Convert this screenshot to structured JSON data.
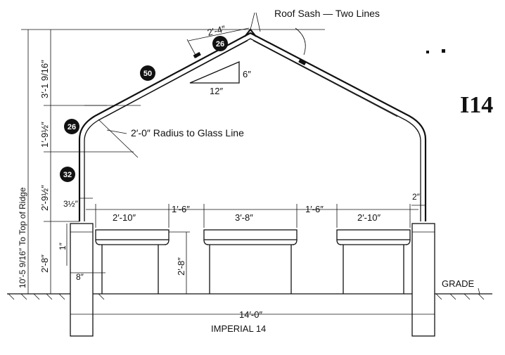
{
  "labels": {
    "roof_sash": "Roof Sash — Two Lines",
    "radius": "2′-0″ Radius to Glass Line",
    "grade": "GRADE",
    "model_code": "I14",
    "caption": "IMPERIAL 14",
    "pitch_rise": "6″",
    "pitch_run": "12″"
  },
  "dims": {
    "ridge_sash_width": "2′-4″",
    "total_height": "10′-5 9/16″ To Top of Ridge",
    "roof_height": "3′-1 9/16″",
    "curve_height": "1′-9½″",
    "wall_glass_height": "2′-9½″",
    "wall_offset": "3½″",
    "small_one": "1″",
    "foundation_height": "2′-8″",
    "foundation_width": "8″",
    "bench_height": "2′-8″",
    "right_offset": "2″",
    "overall_width": "14′-0″",
    "bench_spacing": [
      "2′-10″",
      "1′-6″",
      "3′-8″",
      "1′-6″",
      "2′-10″"
    ]
  },
  "badges": [
    "26",
    "50",
    "26",
    "32"
  ]
}
